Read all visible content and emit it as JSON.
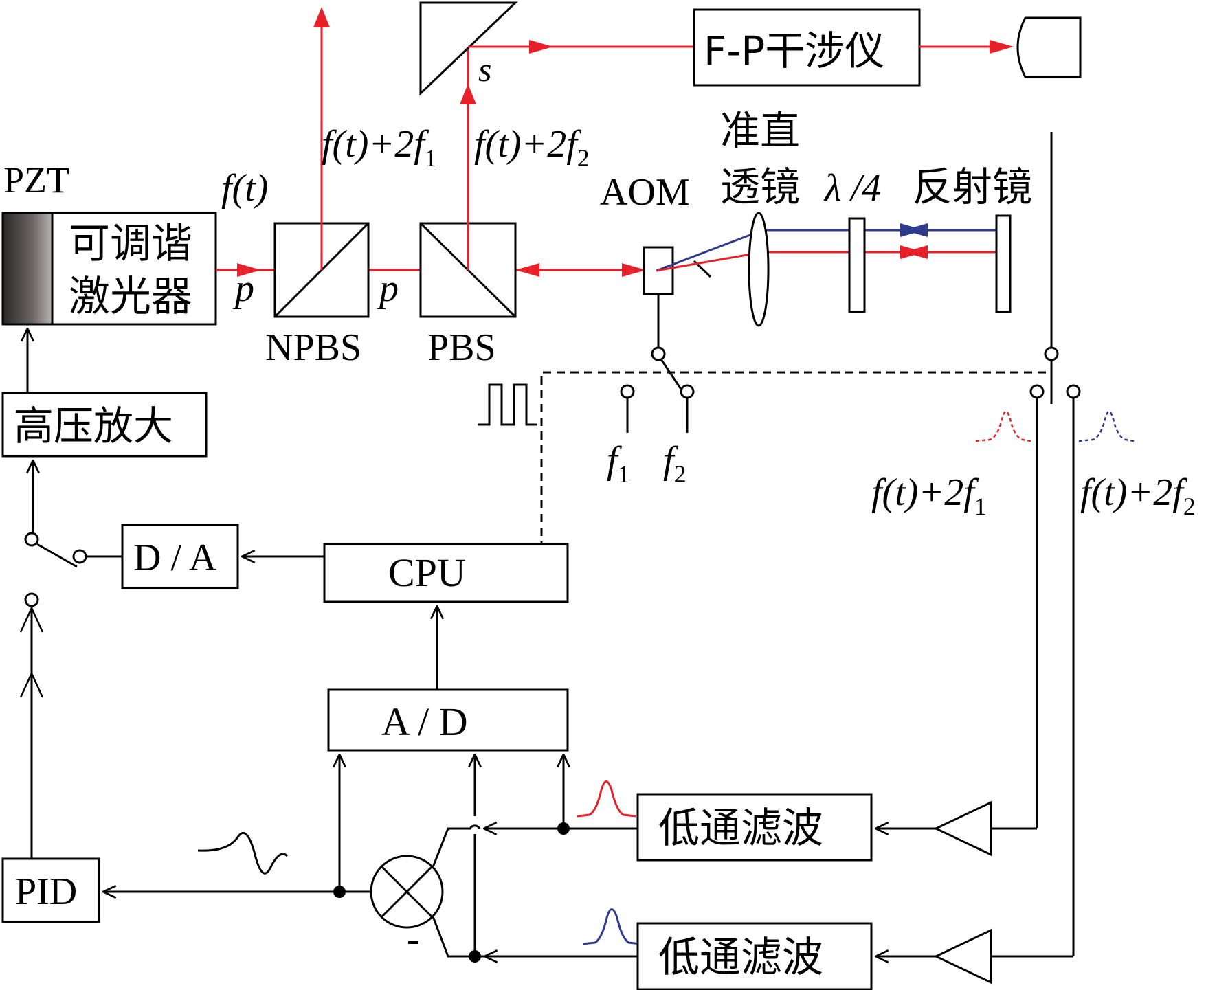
{
  "colors": {
    "red_beam": "#e8202a",
    "blue_beam": "#2e3a8c",
    "pzt_dark": "#2a2626",
    "pzt_light": "#b9b3b3"
  },
  "components": {
    "pzt": "PZT",
    "laser_line1": "可调谐",
    "laser_line2": "激光器",
    "npbs": "NPBS",
    "pbs": "PBS",
    "aom": "AOM",
    "lens_line1": "准直",
    "lens_line2": "透镜",
    "qwp": "λ /4",
    "mirror": "反射镜",
    "fp": "F-P干涉仪",
    "hv_amp": "高压放大",
    "da": "D / A",
    "cpu": "CPU",
    "ad": "A / D",
    "pid": "PID",
    "lpf1": "低通滤波",
    "lpf2": "低通滤波"
  },
  "beam_labels": {
    "ft": "f(t)",
    "p1": "p",
    "p2": "p",
    "s": "s",
    "ft_2f1_top": "f(t)+2f",
    "ft_2f1_top_sub": "1",
    "ft_2f2_top": "f(t)+2f",
    "ft_2f2_top_sub": "2"
  },
  "signal_labels": {
    "f1": "f",
    "f1_sub": "1",
    "f2": "f",
    "f2_sub": "2",
    "ft_2f1_right": "f(t)+2f",
    "ft_2f1_right_sub": "1",
    "ft_2f2_right": "f(t)+2f",
    "ft_2f2_right_sub": "2",
    "minus": "-"
  }
}
